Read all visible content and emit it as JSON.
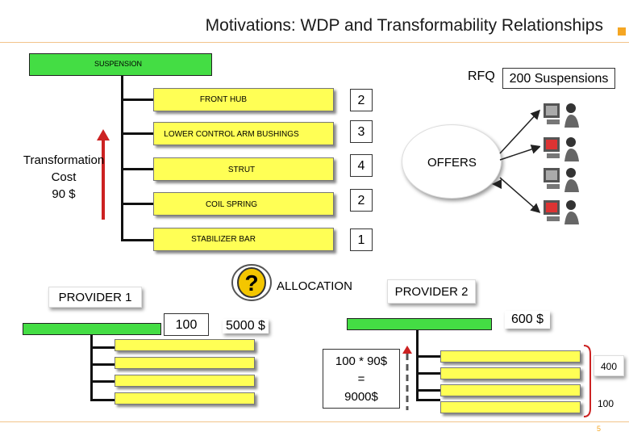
{
  "header": {
    "title": "Motivations: WDP and Transformability Relationships"
  },
  "tree": {
    "root_label": "SUSPENSION",
    "items": [
      {
        "label": "FRONT HUB",
        "value": "2"
      },
      {
        "label": "LOWER CONTROL ARM BUSHINGS",
        "value": "3"
      },
      {
        "label": "STRUT",
        "value": "4"
      },
      {
        "label": "COIL SPRING",
        "value": "2"
      },
      {
        "label": "STABILIZER BAR",
        "value": "1"
      }
    ]
  },
  "transformation": {
    "line1": "Transformation",
    "line2": "Cost",
    "line3": "90 $"
  },
  "rfq": {
    "label": "RFQ",
    "quantity": "200 Suspensions"
  },
  "offers_label": "OFFERS",
  "allocation_label": "ALLOCATION",
  "provider1": {
    "label": "PROVIDER 1",
    "quantity": "100",
    "price": "5000 $"
  },
  "provider2": {
    "label": "PROVIDER 2",
    "price": "600 $",
    "qty_top": "400",
    "qty_bottom": "100"
  },
  "calc": {
    "line1": "100 * 90$",
    "line2": "=",
    "line3": "9000$"
  },
  "page_number": "5",
  "colors": {
    "green": "#44dd44",
    "yellow": "#ffff55",
    "red": "#cc2222",
    "orange": "#f5a623"
  }
}
